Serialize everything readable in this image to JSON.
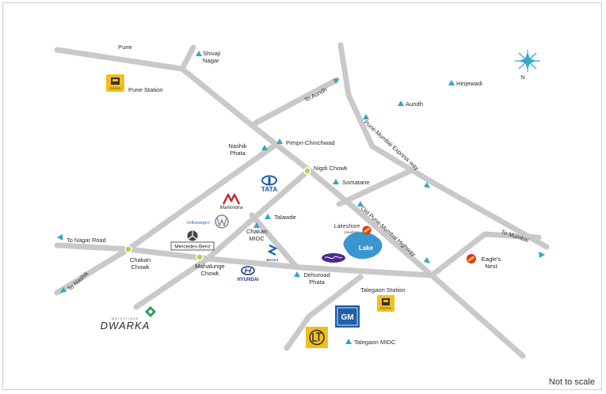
{
  "places": {
    "pune": "Pune",
    "shivaji_nagar": "Shivaji\nNagar",
    "pune_station": "Pune Station",
    "hinjewadi": "Hinjewadi",
    "aundh": "Aundh",
    "pimpri_chinchwad": "Pimpri-Chinchwad",
    "nashik_phata": "Nashik\nPhata",
    "nigdi_chowk": "Nigdi Chowk",
    "somatane": "Somatane",
    "talawde": "Talawde",
    "chakan_midc": "Chakan\nMIDC",
    "chakan_chowk": "Chakan\nChowk",
    "mahalunge_chowk": "Mahalunge\nChowk",
    "dehuroad_phata": "Dehuroad\nPhata",
    "talegaon_station": "Talegaon Station",
    "talegaon_midc": "Talegaon MIDC",
    "eagles_nest": "Eagle's\nNest",
    "lake": "Lake"
  },
  "roads": {
    "to_aundh": "To Aundh",
    "pune_mumbai_expressway": "Pune-Mumbai Express way",
    "old_pune_mumbai_highway": "Old Pune-Mumbai Highway",
    "to_mumbai": "To Mumbai",
    "to_nagar_road": "To Nagar Road",
    "to_nashik": "To Nashik"
  },
  "brands": {
    "tata": "TATA",
    "mahindra": "Mahindra",
    "volkswagen": "Volkswagen",
    "mercedes": "Mercedes-Benz",
    "bajaj": "BAJAJ",
    "hyundai": "HYUNDAI",
    "lakeshore": "Lakeshore",
    "lakeshore_sub": "Dwellings",
    "gm": "GM",
    "lt": "L&T",
    "dwarka": "DWARKA",
    "dwarka_top": "MAJESTIQUE",
    "station_badge": "STATION"
  },
  "compass": {
    "north": "N"
  },
  "footer": {
    "scale_note": "Not to scale"
  },
  "colors": {
    "road": "#c9c9c9",
    "marker": "#32a6c2",
    "station": "#f2bf1a",
    "lake": "#3b96cf",
    "junction": "#a9d64a"
  },
  "icons": {
    "place_marker": "triangle-icon",
    "station": "train-icon",
    "junction": "junction-dot-icon",
    "eagles_nest": "no-entry-icon",
    "compass": "compass-icon"
  }
}
